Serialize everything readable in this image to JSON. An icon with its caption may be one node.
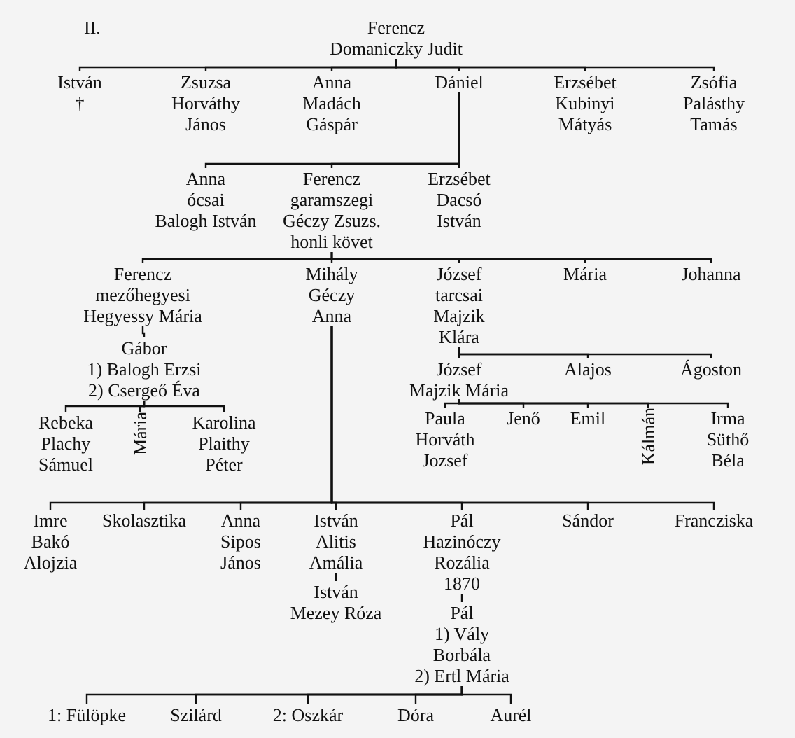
{
  "diagram": {
    "nodes": [
      {
        "text": [
          "Ferencz",
          "Domaniczky Judit"
        ]
      },
      {
        "text": [
          "István",
          "†"
        ]
      },
      {
        "text": [
          "Zsuzsa",
          "Horváthy",
          "János"
        ]
      },
      {
        "text": [
          "Anna",
          "Madách",
          "Gáspár"
        ]
      },
      {
        "text": [
          "Dániel"
        ]
      },
      {
        "text": [
          "Erzsébet",
          "Kubinyi",
          "Mátyás"
        ]
      },
      {
        "text": [
          "Zsófia",
          "Palásthy",
          "Tamás"
        ]
      },
      {
        "text": [
          "Anna",
          "ócsai",
          "Balogh István"
        ]
      },
      {
        "text": [
          "Ferencz",
          "garamszegi",
          "Géczy Zsuzs.",
          "honli követ"
        ]
      },
      {
        "text": [
          "Erzsébet",
          "Dacsó",
          "István"
        ]
      },
      {
        "text": [
          "Ferencz",
          "mezőhegyesi",
          "Hegyessy Mária"
        ]
      },
      {
        "text": [
          "Mihály",
          "Géczy",
          "Anna"
        ]
      },
      {
        "text": [
          "József",
          "tarcsai",
          "Majzik",
          "Klára"
        ]
      },
      {
        "text": [
          "Mária"
        ]
      },
      {
        "text": [
          "Johanna"
        ]
      },
      {
        "text": [
          "Gábor",
          "1) Balogh Erzsi",
          "2) Csergeő Éva"
        ]
      },
      {
        "text": [
          "Rebeka",
          "Plachy",
          "Sámuel"
        ]
      },
      {
        "text": [
          "Mária"
        ]
      },
      {
        "text": [
          "Karolina",
          "Plaithy",
          "Péter"
        ]
      },
      {
        "text": [
          "József",
          "Majzik Mária"
        ]
      },
      {
        "text": [
          "Alajos"
        ]
      },
      {
        "text": [
          "Ágoston"
        ]
      },
      {
        "text": [
          "Paula",
          "Horváth",
          "Jozsef"
        ]
      },
      {
        "text": [
          "Jenő"
        ]
      },
      {
        "text": [
          "Emil"
        ]
      },
      {
        "text": [
          "Kálmán"
        ]
      },
      {
        "text": [
          "Irma",
          "Süthő",
          "Béla"
        ]
      },
      {
        "text": [
          "Imre",
          "Bakó",
          "Alojzia"
        ]
      },
      {
        "text": [
          "Skolasztika"
        ]
      },
      {
        "text": [
          "Anna",
          "Sipos",
          "János"
        ]
      },
      {
        "text": [
          "István",
          "Alitis",
          "Amália"
        ]
      },
      {
        "text": [
          "Pál",
          "Hazinóczy",
          "Rozália",
          "1870"
        ]
      },
      {
        "text": [
          "Sándor"
        ]
      },
      {
        "text": [
          "Francziska"
        ]
      },
      {
        "text": [
          "István",
          "Mezey Róza"
        ]
      },
      {
        "text": [
          "Pál",
          "1) Vály",
          "Borbála",
          "2) Ertl Mária"
        ]
      },
      {
        "text": [
          "1: Fülöpke"
        ]
      },
      {
        "text": [
          "Szilárd"
        ]
      },
      {
        "text": [
          "2: Oszkár"
        ]
      },
      {
        "text": [
          "Dóra"
        ]
      },
      {
        "text": [
          "Aurél"
        ]
      }
    ],
    "edges": [
      {
        "from": 0,
        "to": 1,
        "arrow": "none"
      },
      {
        "from": 0,
        "to": 2,
        "arrow": "none"
      },
      {
        "from": 0,
        "to": 3,
        "arrow": "none"
      },
      {
        "from": 0,
        "to": 4,
        "arrow": "none"
      },
      {
        "from": 0,
        "to": 5,
        "arrow": "none"
      },
      {
        "from": 0,
        "to": 6,
        "arrow": "none"
      },
      {
        "from": 4,
        "to": 7,
        "arrow": "none"
      },
      {
        "from": 4,
        "to": 8,
        "arrow": "none"
      },
      {
        "from": 4,
        "to": 9,
        "arrow": "none"
      },
      {
        "from": 8,
        "to": 10,
        "arrow": "none"
      },
      {
        "from": 8,
        "to": 11,
        "arrow": "none"
      },
      {
        "from": 8,
        "to": 12,
        "arrow": "none"
      },
      {
        "from": 8,
        "to": 13,
        "arrow": "none"
      },
      {
        "from": 8,
        "to": 14,
        "arrow": "none"
      },
      {
        "from": 10,
        "to": 15,
        "arrow": "none"
      },
      {
        "from": 15,
        "to": 16,
        "arrow": "none"
      },
      {
        "from": 15,
        "to": 17,
        "arrow": "none"
      },
      {
        "from": 15,
        "to": 18,
        "arrow": "none"
      },
      {
        "from": 12,
        "to": 19,
        "arrow": "none"
      },
      {
        "from": 12,
        "to": 20,
        "arrow": "none"
      },
      {
        "from": 12,
        "to": 21,
        "arrow": "none"
      },
      {
        "from": 19,
        "to": 22,
        "arrow": "none"
      },
      {
        "from": 19,
        "to": 23,
        "arrow": "none"
      },
      {
        "from": 19,
        "to": 24,
        "arrow": "none"
      },
      {
        "from": 19,
        "to": 25,
        "arrow": "none"
      },
      {
        "from": 19,
        "to": 26,
        "arrow": "none"
      },
      {
        "from": 11,
        "to": 27,
        "arrow": "none"
      },
      {
        "from": 11,
        "to": 28,
        "arrow": "none"
      },
      {
        "from": 11,
        "to": 29,
        "arrow": "none"
      },
      {
        "from": 11,
        "to": 30,
        "arrow": "none"
      },
      {
        "from": 11,
        "to": 31,
        "arrow": "none"
      },
      {
        "from": 11,
        "to": 32,
        "arrow": "none"
      },
      {
        "from": 11,
        "to": 33,
        "arrow": "none"
      },
      {
        "from": 30,
        "to": 34,
        "arrow": "none"
      },
      {
        "from": 31,
        "to": 35,
        "arrow": "none"
      },
      {
        "from": 35,
        "to": 36,
        "arrow": "none"
      },
      {
        "from": 35,
        "to": 37,
        "arrow": "none"
      },
      {
        "from": 35,
        "to": 38,
        "arrow": "none"
      },
      {
        "from": 35,
        "to": 39,
        "arrow": "none"
      },
      {
        "from": 35,
        "to": 40,
        "arrow": "none"
      }
    ],
    "labels": [
      "II."
    ]
  }
}
